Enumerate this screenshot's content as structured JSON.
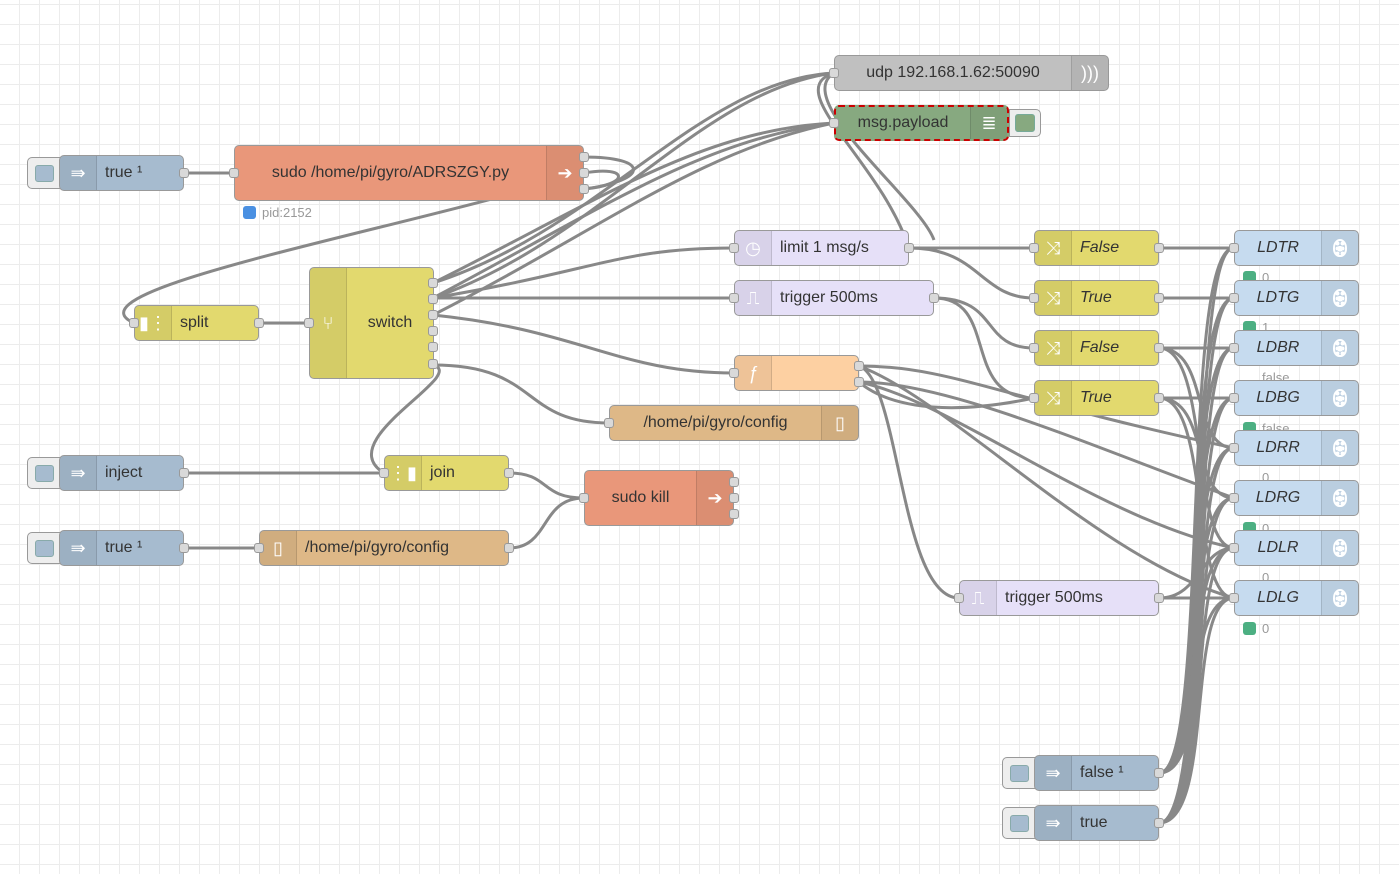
{
  "nodes": {
    "inject1": {
      "label": "true ¹",
      "icon": "inject-arrow-icon"
    },
    "exec_py": {
      "label": "sudo /home/pi/gyro/ADRSZGY.py",
      "status_text": "pid:2152",
      "status_color": "#4a90e2"
    },
    "udp": {
      "label": "udp 192.168.1.62:50090",
      "icon": "udp-icon"
    },
    "debug": {
      "label": "msg.payload",
      "icon": "debug-list-icon"
    },
    "split": {
      "label": "split",
      "icon": "split-icon"
    },
    "switch": {
      "label": "switch",
      "icon": "switch-icon"
    },
    "limit": {
      "label": "limit 1 msg/s",
      "icon": "timer-icon"
    },
    "trigger1": {
      "label": "trigger 500ms",
      "icon": "trigger-icon"
    },
    "function": {
      "label": "",
      "icon": "function-icon"
    },
    "file_read1": {
      "label": "/home/pi/gyro/config",
      "icon": "file-icon"
    },
    "inject2": {
      "label": "inject",
      "icon": "inject-arrow-icon"
    },
    "join": {
      "label": "join",
      "icon": "join-icon"
    },
    "exec_kill": {
      "label": "sudo kill",
      "icon": "exec-arrow-icon"
    },
    "inject3": {
      "label": "true ¹",
      "icon": "inject-arrow-icon"
    },
    "file_read2": {
      "label": "/home/pi/gyro/config",
      "icon": "file-icon"
    },
    "change1": {
      "label": "False",
      "icon": "shuffle-icon"
    },
    "change2": {
      "label": "True",
      "icon": "shuffle-icon"
    },
    "change3": {
      "label": "False",
      "icon": "shuffle-icon"
    },
    "change4": {
      "label": "True",
      "icon": "shuffle-icon"
    },
    "trigger2": {
      "label": "trigger 500ms",
      "icon": "trigger-icon"
    },
    "inject_false": {
      "label": "false ¹",
      "icon": "inject-arrow-icon"
    },
    "inject_true": {
      "label": "true",
      "icon": "inject-arrow-icon"
    }
  },
  "gpio": [
    {
      "label": "LDTR",
      "status": "0"
    },
    {
      "label": "LDTG",
      "status": "1"
    },
    {
      "label": "LDBR",
      "status": "false"
    },
    {
      "label": "LDBG",
      "status": "false"
    },
    {
      "label": "LDRR",
      "status": "0"
    },
    {
      "label": "LDRG",
      "status": "0"
    },
    {
      "label": "LDLR",
      "status": "0"
    },
    {
      "label": "LDLG",
      "status": "0"
    }
  ],
  "colors": {
    "wire": "#888888",
    "status_green": "#4caf82",
    "status_blue": "#4a90e2",
    "debug_selected_border": "#cc0000"
  }
}
